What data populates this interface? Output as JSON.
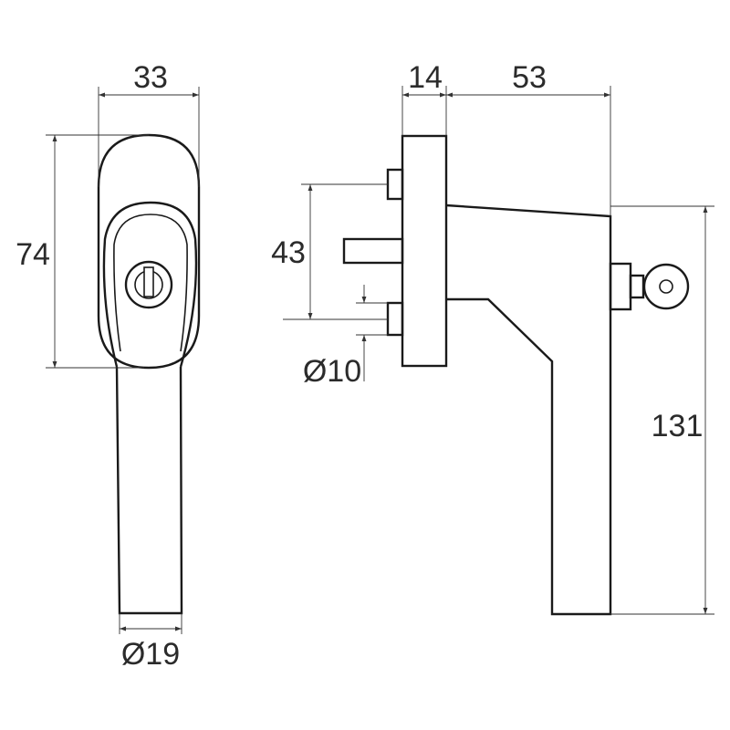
{
  "dimensions": {
    "front_width": "33",
    "front_height": "74",
    "front_bar_diameter": "Ø19",
    "plate_thickness": "14",
    "handle_reach": "53",
    "pin_spacing": "43",
    "pin_diameter": "Ø10",
    "total_height": "131"
  },
  "colors": {
    "line": "#1a1a1a",
    "dimension_line": "#333333",
    "background": "#ffffff"
  }
}
